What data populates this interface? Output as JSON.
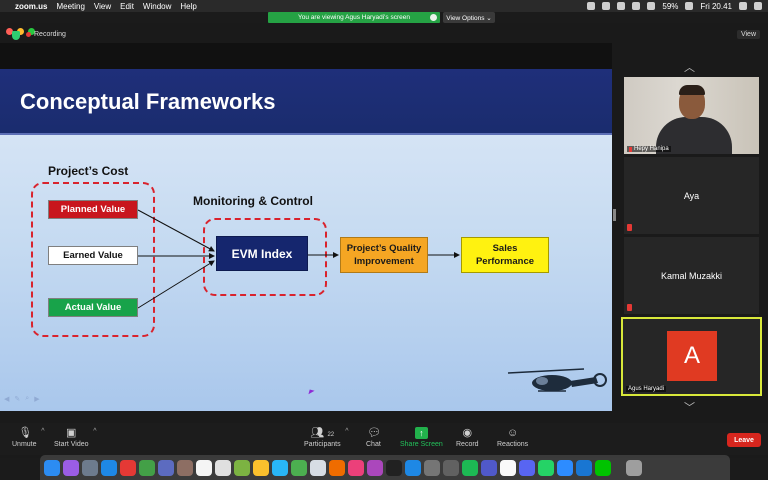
{
  "menubar": {
    "app": "zoom.us",
    "items": [
      "Meeting",
      "View",
      "Edit",
      "Window",
      "Help"
    ],
    "battery": "59%",
    "clock": "Fri 20.41"
  },
  "banner": {
    "viewing_text": "You are viewing Agus Haryadi's screen",
    "view_options": "View Options ⌄"
  },
  "window": {
    "recording_label": "Recording",
    "view_button": "View"
  },
  "slide": {
    "title": "Conceptual Frameworks",
    "section_cost": "Project’s Cost",
    "section_monitor": "Monitoring & Control",
    "planned_value": "Planned Value",
    "earned_value": "Earned Value",
    "actual_value": "Actual Value",
    "evm_index": "EVM Index",
    "quality_line1": "Project’s Quality",
    "quality_line2": "Improvement",
    "sales_line1": "Sales",
    "sales_line2": "Performance",
    "colors": {
      "title_bar": "#1f2f7a",
      "planned": "#c8161d",
      "actual": "#18a34a",
      "evm": "#15266e",
      "quality": "#f5a623",
      "sales": "#fff210",
      "dashed": "#d9232d"
    }
  },
  "gallery": {
    "participants": [
      {
        "name": "Hepy Hanipa",
        "type": "video"
      },
      {
        "name": "Aya",
        "type": "name"
      },
      {
        "name": "Kamal Muzakki",
        "type": "name"
      },
      {
        "name": "Agus Haryadi",
        "type": "avatar",
        "initial": "A",
        "avatar_color": "#e03a22",
        "active_speaker": true
      }
    ]
  },
  "toolbar": {
    "unmute": "Unmute",
    "start_video": "Start Video",
    "participants": "Participants",
    "participants_count": "22",
    "chat": "Chat",
    "share_screen": "Share Screen",
    "record": "Record",
    "reactions": "Reactions",
    "leave": "Leave"
  }
}
